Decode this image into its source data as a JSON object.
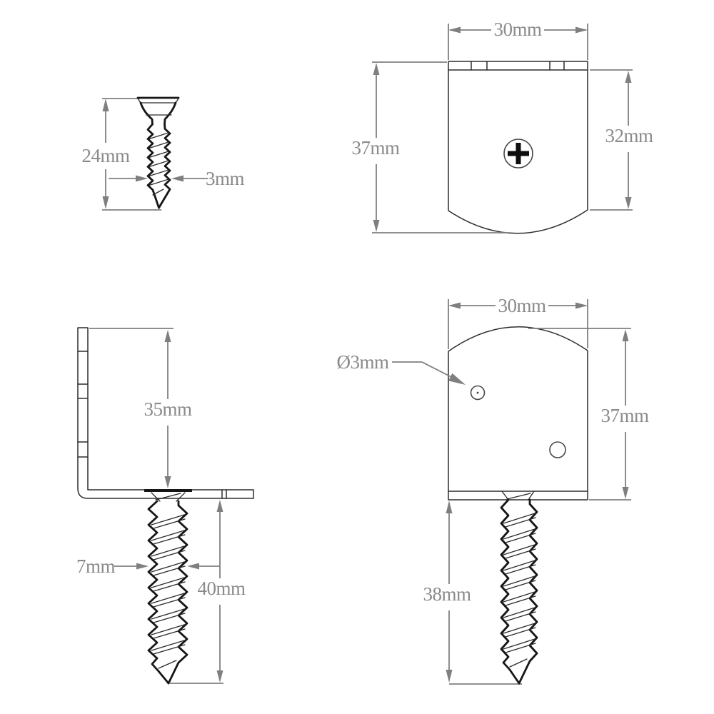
{
  "drawing": {
    "views": {
      "screw_side": {
        "length": "24mm",
        "diameter": "3mm"
      },
      "clamp_front": {
        "width": "30mm",
        "overall_height": "37mm",
        "body_height": "32mm"
      },
      "bracket_side": {
        "height": "35mm",
        "screw_diameter": "7mm",
        "screw_length": "40mm"
      },
      "clamp_back": {
        "width": "30mm",
        "hole_diameter": "Ø3mm",
        "height": "37mm",
        "screw_length": "38mm"
      }
    },
    "colors": {
      "background": "#ffffff",
      "part_outline": "#2d2d2d",
      "screw_outline": "#161616",
      "dimension_lines": "#7f7f7f",
      "dimension_text": "#8a8a8a"
    }
  }
}
